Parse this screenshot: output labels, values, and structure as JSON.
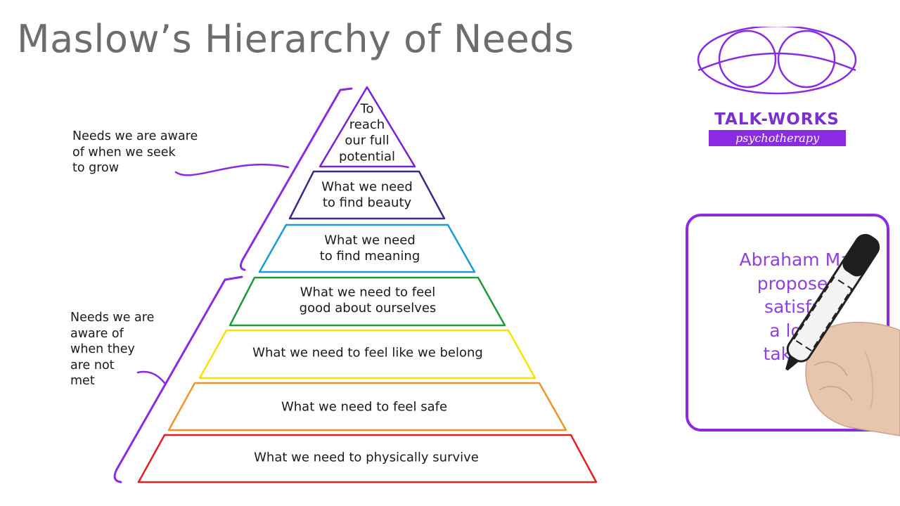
{
  "title": "Maslow’s Hierarchy of Needs",
  "pyramid": {
    "tiers": [
      {
        "lines": [
          "To",
          "reach",
          "our full",
          "potential"
        ],
        "color": "#7a1fd6"
      },
      {
        "lines": [
          "What we need",
          "to find beauty"
        ],
        "color": "#3b2a8c"
      },
      {
        "lines": [
          "What we need",
          "to find meaning"
        ],
        "color": "#1a9ad6"
      },
      {
        "lines": [
          "What we need to feel",
          "good about ourselves"
        ],
        "color": "#1f9a3a"
      },
      {
        "lines": [
          "What we need to feel like we belong"
        ],
        "color": "#f1e600"
      },
      {
        "lines": [
          "What we need to feel safe"
        ],
        "color": "#ef9428"
      },
      {
        "lines": [
          "What we need to physically survive"
        ],
        "color": "#e02020"
      }
    ]
  },
  "notes": {
    "top": "Needs we are aware\nof when we seek\nto grow",
    "bottom": "Needs we are\naware of\nwhen they\nare not\nmet"
  },
  "brand": {
    "name": "TALK-WORKS",
    "tagline": "psychotherapy",
    "accent": "#8a2be2"
  },
  "callout": {
    "text": "Abraham Ma\n proposed\n satisfac\n a lowe\ntakes p"
  }
}
